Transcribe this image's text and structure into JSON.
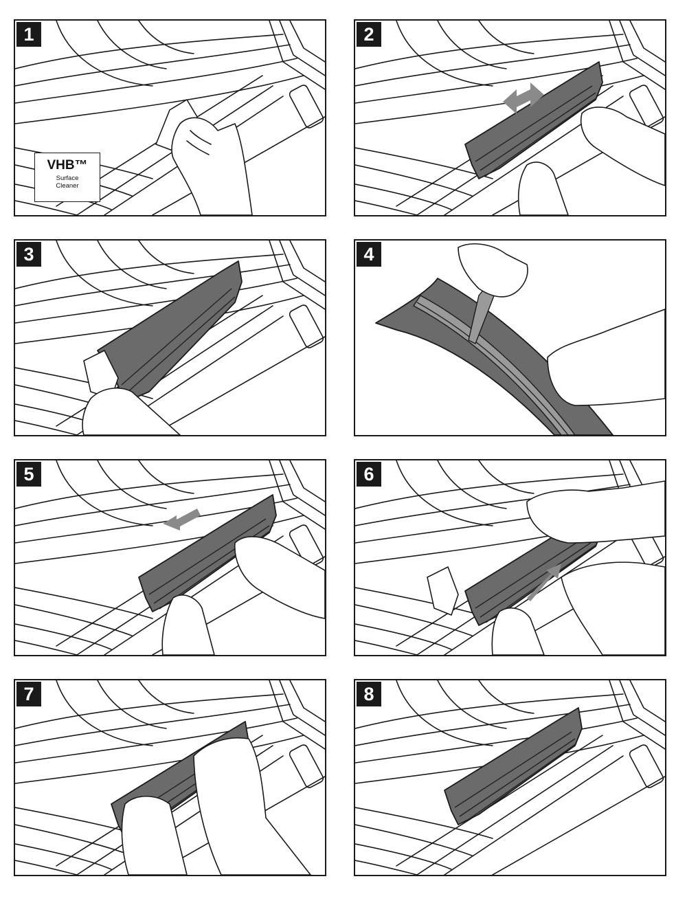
{
  "steps": [
    {
      "number": "1"
    },
    {
      "number": "2"
    },
    {
      "number": "3"
    },
    {
      "number": "4"
    },
    {
      "number": "5"
    },
    {
      "number": "6"
    },
    {
      "number": "7"
    },
    {
      "number": "8"
    }
  ],
  "cleaner": {
    "brand": "VHB™",
    "line1": "Surface",
    "line2": "Cleaner"
  },
  "colors": {
    "sill": "#6b6b6b",
    "outline": "#1a1a1a",
    "arrow": "#8a8a8a"
  }
}
